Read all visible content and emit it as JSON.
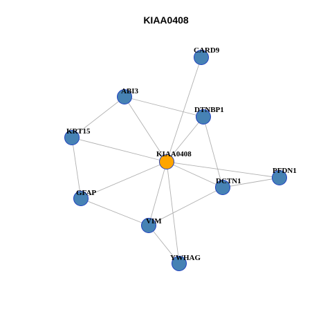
{
  "title": "KIAA0408",
  "colors": {
    "edge": "#b0b0b0",
    "node_fill": "#4682b4",
    "node_stroke": "#1f3fbf",
    "center_fill": "#ffa500",
    "center_stroke": "#1f3fbf"
  },
  "nodes": [
    {
      "id": "CARD9",
      "label": "CARD9",
      "center": false
    },
    {
      "id": "ABI3",
      "label": "ABI3",
      "center": false
    },
    {
      "id": "DTNBP1",
      "label": "DTNBP1",
      "center": false
    },
    {
      "id": "KRT15",
      "label": "KRT15",
      "center": false
    },
    {
      "id": "KIAA0408",
      "label": "KIAA0408",
      "center": true
    },
    {
      "id": "PFDN1",
      "label": "PFDN1",
      "center": false
    },
    {
      "id": "DCTN1",
      "label": "DCTN1",
      "center": false
    },
    {
      "id": "GFAP",
      "label": "GFAP",
      "center": false
    },
    {
      "id": "VIM",
      "label": "VIM",
      "center": false
    },
    {
      "id": "YWHAG",
      "label": "YWHAG",
      "center": false
    }
  ],
  "edges": [
    [
      "CARD9",
      "KIAA0408"
    ],
    [
      "ABI3",
      "KRT15"
    ],
    [
      "ABI3",
      "DTNBP1"
    ],
    [
      "ABI3",
      "KIAA0408"
    ],
    [
      "DTNBP1",
      "KIAA0408"
    ],
    [
      "DTNBP1",
      "DCTN1"
    ],
    [
      "KRT15",
      "KIAA0408"
    ],
    [
      "KRT15",
      "GFAP"
    ],
    [
      "KIAA0408",
      "PFDN1"
    ],
    [
      "KIAA0408",
      "DCTN1"
    ],
    [
      "KIAA0408",
      "GFAP"
    ],
    [
      "KIAA0408",
      "VIM"
    ],
    [
      "KIAA0408",
      "YWHAG"
    ],
    [
      "DCTN1",
      "PFDN1"
    ],
    [
      "DCTN1",
      "VIM"
    ],
    [
      "GFAP",
      "VIM"
    ],
    [
      "VIM",
      "YWHAG"
    ]
  ]
}
